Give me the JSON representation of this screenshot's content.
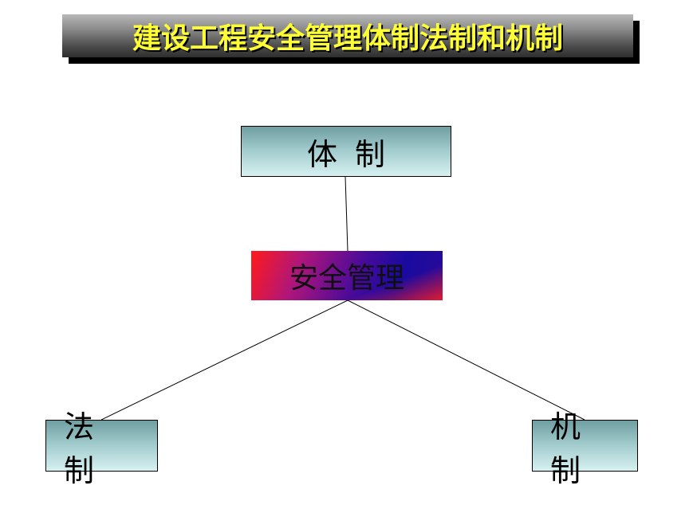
{
  "title": "建设工程安全管理体制法制和机制",
  "nodes": {
    "top": "体制",
    "center": "安全管理",
    "left": "法制",
    "right": "机制"
  },
  "colors": {
    "title_text": "#ffff33",
    "node_fill": "#9fc9cb",
    "center_fill_start": "#ff1a1a",
    "center_fill_end": "#1a0aa0"
  }
}
